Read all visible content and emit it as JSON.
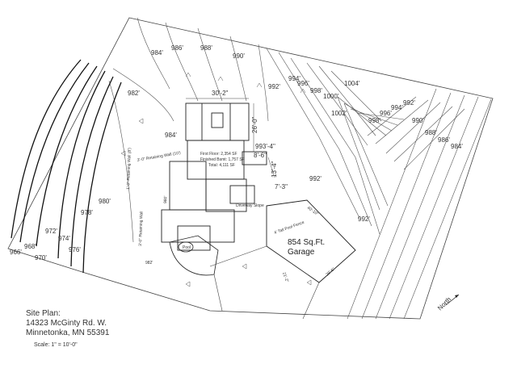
{
  "site_plan": {
    "title": "Site Plan:",
    "address_line1": "14323 McGinty Rd. W.",
    "address_line2": "Minnetonka, MN 55391",
    "scale": "Scale: 1\" = 10'-0\""
  },
  "north_label": "North",
  "garage": {
    "label": "854 Sq.Ft.",
    "sublabel": "Garage"
  },
  "house_info": {
    "first_floor": "First Floor: 2,354 SF",
    "finished_bsmt": "Finished Bsmt: 1,757 SF",
    "total": "Total: 4,111 SF"
  },
  "dimensions": [
    "30'-2\"",
    "26'-0\"",
    "993'-4\"",
    "8'-6\"",
    "13'-4\"",
    "7'-3\"",
    "40'-10\"",
    "29'-6\"",
    "21'-2\""
  ],
  "contour_labels": [
    "984'",
    "986'",
    "988'",
    "990'",
    "982'",
    "984'",
    "980'",
    "978'",
    "976'",
    "974'",
    "972'",
    "970'",
    "968'",
    "966'",
    "992'",
    "994'",
    "996'",
    "998'",
    "1000'",
    "1002'",
    "1004'",
    "998'",
    "996'",
    "994'",
    "992'",
    "990'",
    "988'",
    "986'",
    "984'",
    "992'",
    "992'"
  ],
  "small_notes": [
    "3'-0\" Retaining Wall (10')",
    "1'-0\" Retaining Wall (8')",
    "3'-0\" Retaining Wall",
    "Driveway Slope",
    "4' Tall Pool Fence",
    "Pool",
    "980'",
    "982'"
  ]
}
